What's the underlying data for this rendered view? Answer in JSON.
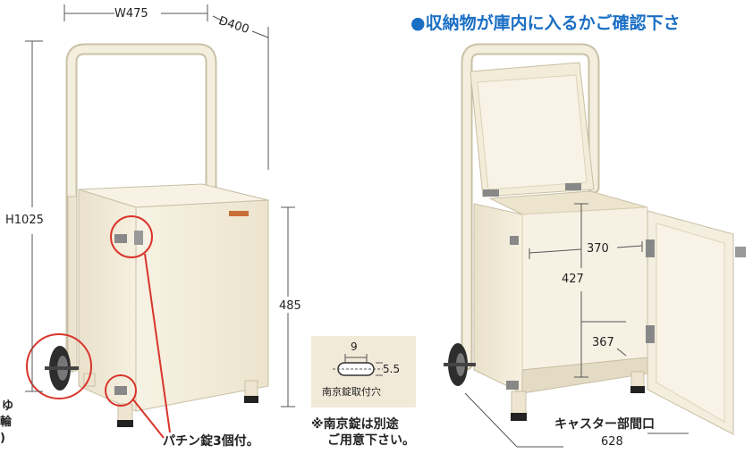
{
  "headline": "●収納物が庫内に入るかご確認下さ",
  "dimensions": {
    "width": "W475",
    "depth": "D400",
    "height": "H1025",
    "body_height": "485",
    "inner_width": "370",
    "inner_height": "427",
    "inner_depth": "367",
    "caster_span": "628"
  },
  "keyhole": {
    "width": "9",
    "height": "5.5",
    "label": "南京錠取付穴"
  },
  "notes": {
    "latch": "パチン錠3個付。",
    "padlock_line1": "※南京錠は別途",
    "padlock_line2": "ご用意下さい。",
    "caster_label": "キャスター部間口",
    "left_fragment_1": "ゆ",
    "left_fragment_2": "輪",
    "left_fragment_3": ")"
  },
  "colors": {
    "headline": "#1a6fc4",
    "cabinet": "#f3ecd9",
    "highlight_circle": "#d9342b"
  }
}
